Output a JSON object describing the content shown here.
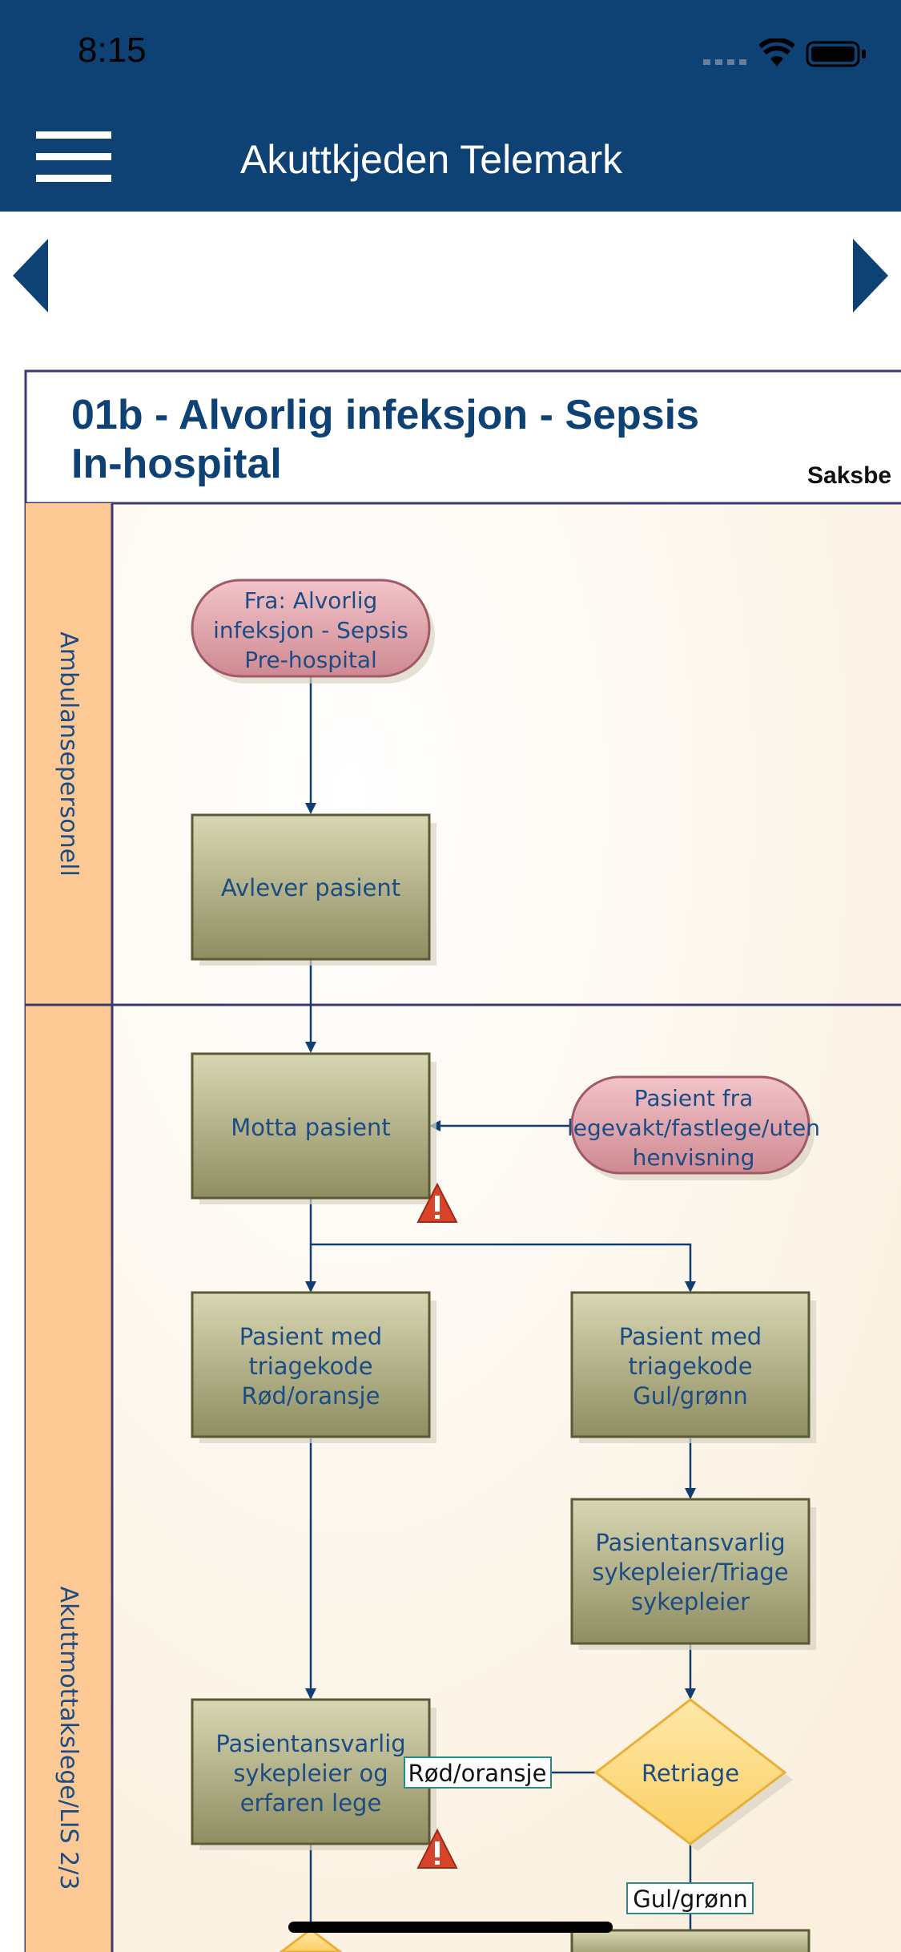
{
  "status_bar": {
    "time": "8:15"
  },
  "app": {
    "title": "Akuttkjeden Telemark"
  },
  "diagram": {
    "title_line1": "01b - Alvorlig infeksjon - Sepsis",
    "title_line2": "In-hospital",
    "corner_label": "Saksbe",
    "lanes": {
      "ambulance": "Ambulansepersonell",
      "emergency": "Akuttmottakslege/LIS 2/3"
    },
    "nodes": {
      "from_prehospital": [
        "Fra: Alvorlig",
        "infeksjon - Sepsis",
        "Pre-hospital"
      ],
      "deliver_patient": [
        "Avlever pasient"
      ],
      "receive_patient": [
        "Motta pasient"
      ],
      "patient_from": [
        "Pasient fra",
        "legevakt/fastlege/uten",
        "henvisning"
      ],
      "triage_red": [
        "Pasient med",
        "triagekode",
        "Rød/oransje"
      ],
      "triage_yellow": [
        "Pasient med",
        "triagekode",
        "Gul/grønn"
      ],
      "nurse_triage": [
        "Pasientansvarlig",
        "sykepleier/Triage",
        "sykepleier"
      ],
      "nurse_doctor": [
        "Pasientansvarlig",
        "sykepleier og",
        "erfaren lege"
      ],
      "retriage": [
        "Retriage"
      ]
    },
    "edge_labels": {
      "red_orange": "Rød/oransje",
      "yellow_green": "Gul/grønn"
    }
  },
  "colors": {
    "header": "#0f4274",
    "lane_header": "#fcc995",
    "lane_body": "#fdf5ea",
    "process": "#b3b286",
    "terminator": "#d99aa2",
    "decision": "#fddc84",
    "text": "#1c4c84"
  },
  "icons": [
    "menu-icon",
    "signal-icon",
    "wifi-icon",
    "battery-icon",
    "arrow-left-icon",
    "arrow-right-icon",
    "warning-icon"
  ]
}
